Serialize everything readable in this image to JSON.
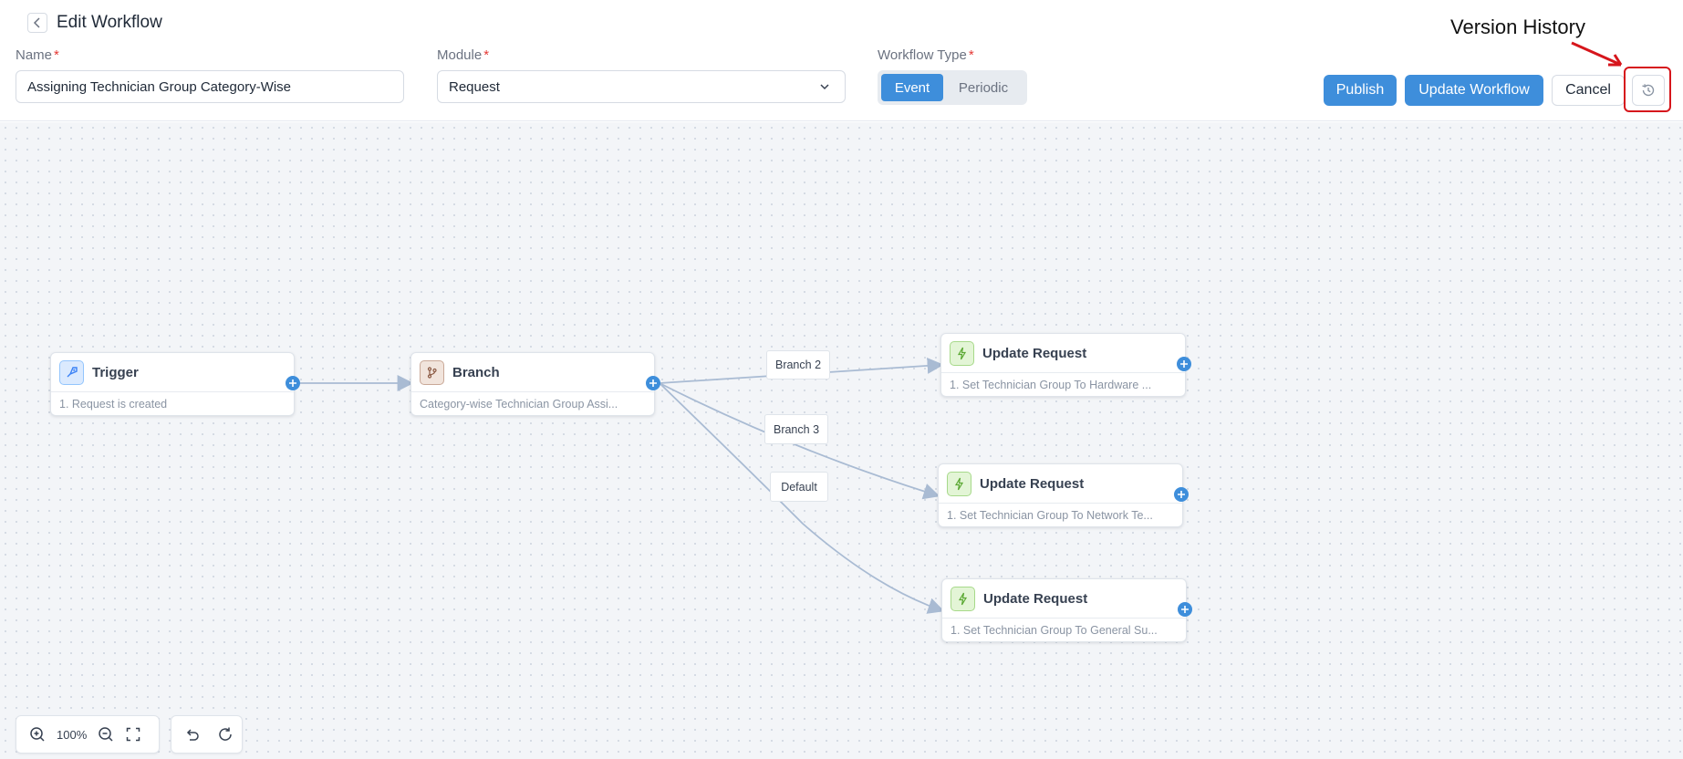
{
  "header": {
    "title": "Edit Workflow",
    "name_label": "Name",
    "name_value": "Assigning Technician Group Category-Wise",
    "module_label": "Module",
    "module_value": "Request",
    "type_label": "Workflow Type",
    "type_options": [
      "Event",
      "Periodic"
    ],
    "selected_type": "Event",
    "required_mark": "*",
    "publish_label": "Publish",
    "update_label": "Update Workflow",
    "cancel_label": "Cancel"
  },
  "annotation": {
    "text": "Version History",
    "color": "#d6161c"
  },
  "nodes": {
    "trigger": {
      "title": "Trigger",
      "subtitle": "1. Request is created"
    },
    "branch": {
      "title": "Branch",
      "subtitle": "Category-wise Technician Group Assi..."
    },
    "action1": {
      "title": "Update Request",
      "subtitle": "1. Set Technician Group To Hardware ..."
    },
    "action2": {
      "title": "Update Request",
      "subtitle": "1. Set Technician Group To Network Te..."
    },
    "action3": {
      "title": "Update Request",
      "subtitle": "1. Set Technician Group To General Su..."
    }
  },
  "edge_labels": {
    "branch2": "Branch 2",
    "branch3": "Branch 3",
    "default": "Default"
  },
  "toolbar": {
    "zoom": "100%"
  },
  "colors": {
    "accent": "#3e8edb",
    "edge": "#a9bbd3",
    "canvas_bg": "#f3f5f8"
  }
}
